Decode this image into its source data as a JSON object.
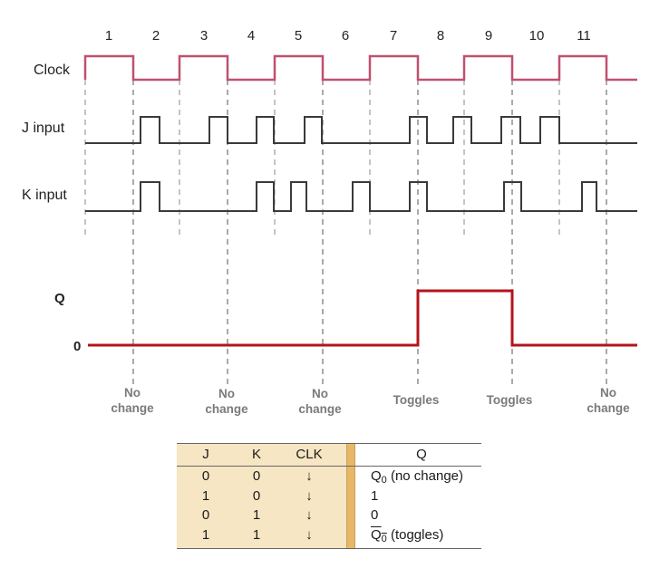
{
  "signals": {
    "clock_label": "Clock",
    "j_label": "J input",
    "k_label": "K input",
    "q_label": "Q",
    "q_zero_label": "0"
  },
  "pulse_numbers": [
    "1",
    "2",
    "3",
    "4",
    "5",
    "6",
    "7",
    "8",
    "9",
    "10",
    "11"
  ],
  "annotations": [
    {
      "line1": "No",
      "line2": "change"
    },
    {
      "line1": "No",
      "line2": "change"
    },
    {
      "line1": "No",
      "line2": "change"
    },
    {
      "line1": "Toggles",
      "line2": ""
    },
    {
      "line1": "Toggles",
      "line2": ""
    },
    {
      "line1": "No",
      "line2": "change"
    }
  ],
  "truth_table": {
    "headers": {
      "j": "J",
      "k": "K",
      "clk": "CLK",
      "q": "Q"
    },
    "rows": [
      {
        "j": "0",
        "k": "0",
        "clk": "↓",
        "q_main": "Q",
        "q_sub": "0",
        "q_suffix": " (no change)",
        "q_bar": false
      },
      {
        "j": "1",
        "k": "0",
        "clk": "↓",
        "q_main": "1",
        "q_sub": "",
        "q_suffix": "",
        "q_bar": false
      },
      {
        "j": "0",
        "k": "1",
        "clk": "↓",
        "q_main": "0",
        "q_sub": "",
        "q_suffix": "",
        "q_bar": false
      },
      {
        "j": "1",
        "k": "1",
        "clk": "↓",
        "q_main": "Q",
        "q_sub": "0",
        "q_suffix": " (toggles)",
        "q_bar": true
      }
    ]
  },
  "colors": {
    "clock": "#c0506e",
    "signal": "#3a3a3a",
    "q": "#b3141b",
    "dashes": "#8a8a8a",
    "table_bg": "#f7e6c4",
    "table_divider": "#e8b867"
  }
}
